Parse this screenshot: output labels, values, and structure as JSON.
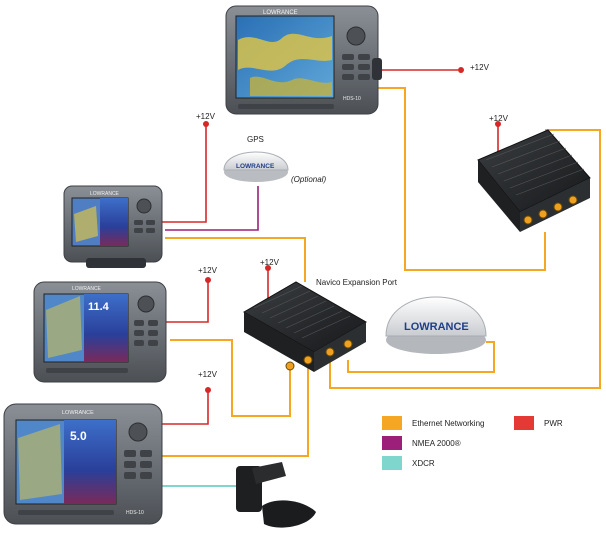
{
  "labels": {
    "plus12_a": "+12V",
    "plus12_b": "+12V",
    "plus12_c": "+12V",
    "plus12_d": "+12V",
    "plus12_e": "+12V",
    "plus12_f": "+12V",
    "gps": "GPS",
    "optional": "(Optional)",
    "expansion_port": "Navico Expansion Port"
  },
  "brand": {
    "gps_dome": "LOWRANCE",
    "radar_dome": "LOWRANCE",
    "display_top": "LOWRANCE",
    "display_small": "LOWRANCE",
    "display_mid": "LOWRANCE",
    "display_bottom": "LOWRANCE",
    "unit_logo": "HDS-10"
  },
  "readouts": {
    "mid_depth": "11.4",
    "bottom_depth": "5.0"
  },
  "legend": [
    {
      "key": "ethernet",
      "label": "Ethernet Networking",
      "color": "#f5a623"
    },
    {
      "key": "pwr",
      "label": "PWR",
      "color": "#e53935"
    },
    {
      "key": "nmea",
      "label": "NMEA 2000®",
      "color": "#9c1f7a"
    },
    {
      "key": "xdcr",
      "label": "XDCR",
      "color": "#7fd6cc"
    }
  ],
  "colors": {
    "ethernet": "#f5a623",
    "power": "#d62828",
    "nmea": "#9c1f7a",
    "xdcr": "#7fd6cc",
    "bezel": "#6d7278",
    "bezel_dark": "#4a4e53",
    "box": "#2a2c2e",
    "port": "#f0a020"
  }
}
